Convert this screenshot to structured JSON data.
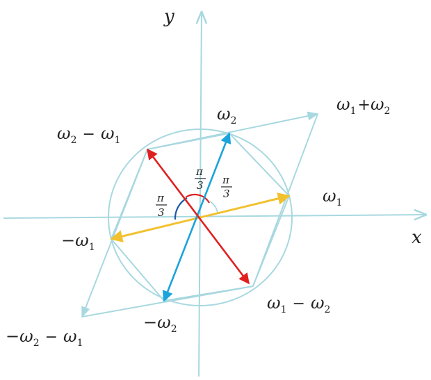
{
  "axes": {
    "x_label": "x",
    "y_label": "y"
  },
  "labels": {
    "w1": {
      "base": "ω",
      "sub": "1"
    },
    "w2": {
      "base": "ω",
      "sub": "2"
    },
    "neg_w1": {
      "prefix": "−",
      "base": "ω",
      "sub": "1"
    },
    "neg_w2": {
      "prefix": "−",
      "base": "ω",
      "sub": "2"
    },
    "w1_plus_w2": {
      "a": "ω",
      "a_sub": "1",
      "op": "+",
      "b": "ω",
      "b_sub": "2"
    },
    "w2_minus_w1": {
      "a": "ω",
      "a_sub": "2",
      "op": "−",
      "b": "ω",
      "b_sub": "1"
    },
    "w1_minus_w2": {
      "a": "ω",
      "a_sub": "1",
      "op": "−",
      "b": "ω",
      "b_sub": "2"
    },
    "neg_w2_minus_w1": {
      "prefix": "−",
      "a": "ω",
      "a_sub": "2",
      "op": "−",
      "b": "ω",
      "b_sub": "1"
    }
  },
  "angles": {
    "left": {
      "num": "π",
      "den": "3"
    },
    "top": {
      "num": "π",
      "den": "3"
    },
    "right": {
      "num": "π",
      "den": "3"
    }
  },
  "colors": {
    "axis": "#a8d8e0",
    "circle": "#a8d8e0",
    "parallelogram": "#a8d8e0",
    "w1_vector": "#f2c12e",
    "w2_vector": "#1aa3dc",
    "difference_vector": "#e02020",
    "angle_blue": "#1a5aa8",
    "angle_red": "#e02020",
    "angle_light": "#a8d8e0"
  }
}
